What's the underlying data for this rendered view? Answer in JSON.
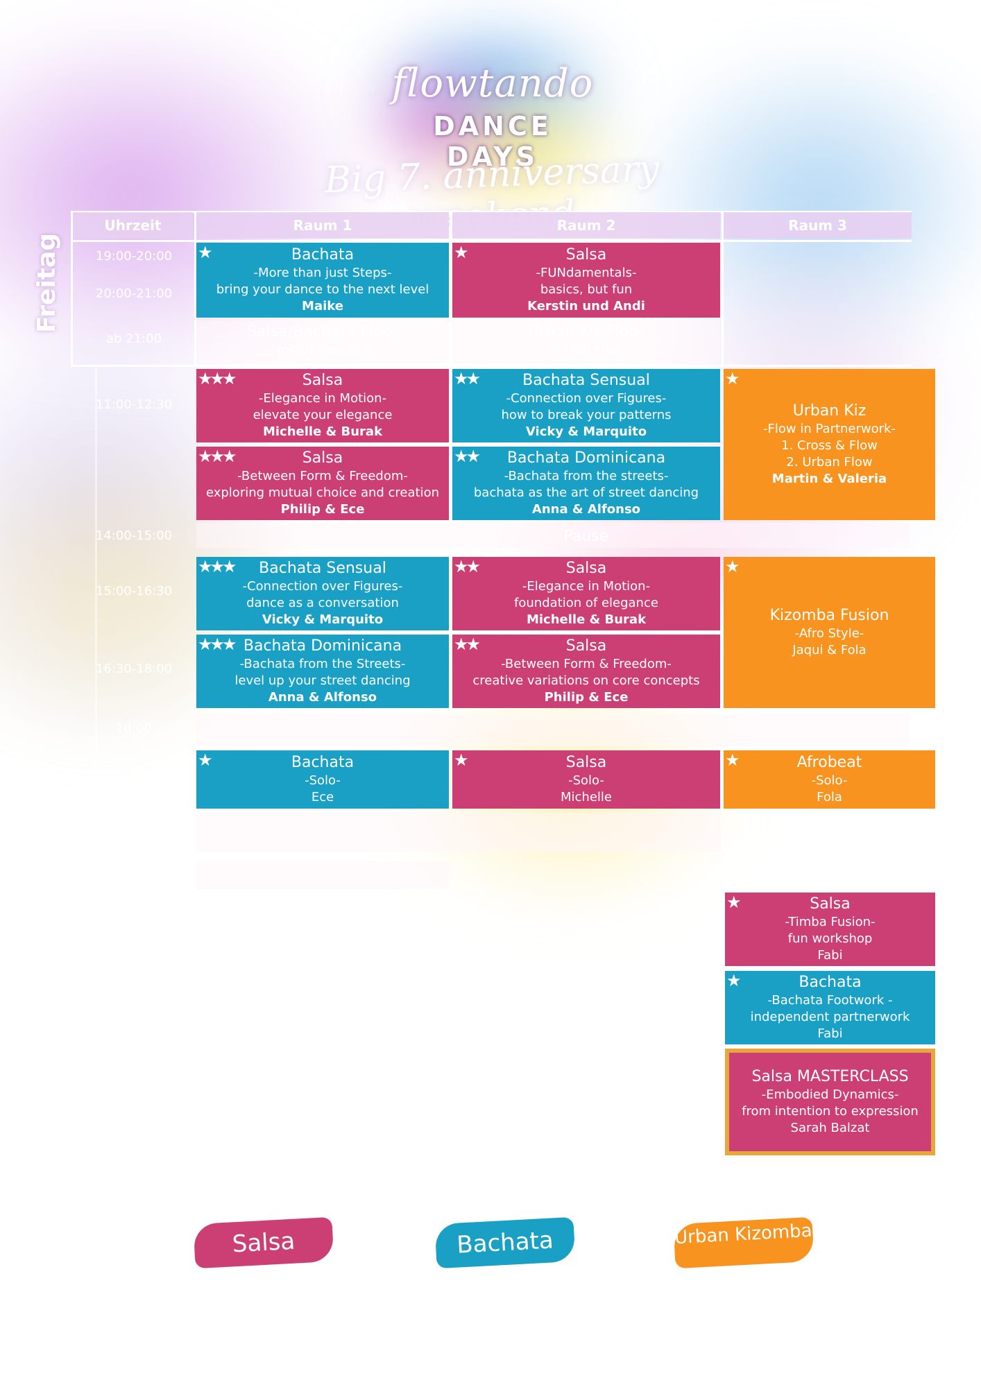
{
  "brand": {
    "line1": "flowtando",
    "line2": "DANCE DAYS",
    "tagline": "Big 7. anniversary weekend"
  },
  "day_label": "Freitag",
  "headers": [
    "Uhrzeit",
    "Raum 1",
    "Raum 2",
    "Raum 3"
  ],
  "times": [
    "19:00-20:00",
    "20:00-21:00",
    "ab 21:00",
    "11:00-12:30",
    "14:00-15:00",
    "15:00-16:30",
    "16:30-18:00",
    "18:00"
  ],
  "floors": [
    {
      "title": "Salsa/Bachata Floor",
      "sub": "mit DJ Marquito"
    },
    {
      "title": "Urban Kiz Floor",
      "sub": "mit DJ Eike"
    }
  ],
  "pause_label": "Pause",
  "classes": [
    {
      "stars": "★",
      "title": "Bachata",
      "subtitle": "-More than just Steps-",
      "desc": "bring your dance to the next level",
      "teachers": "Maike"
    },
    {
      "stars": "★",
      "title": "Salsa",
      "subtitle": "-FUNdamentals-",
      "desc": "basics, but fun",
      "teachers": "Kerstin und Andi"
    },
    {
      "stars": "★★★",
      "title": "Salsa",
      "subtitle": "-Elegance in Motion-",
      "desc": "elevate your elegance",
      "teachers": "Michelle & Burak"
    },
    {
      "stars": "★★",
      "title": "Bachata Sensual",
      "subtitle": "-Connection over Figures-",
      "desc": "how to break your patterns",
      "teachers": "Vicky & Marquito"
    },
    {
      "stars": "★",
      "title": "Urban Kiz",
      "subtitle": "-Flow in Partnerwork-",
      "desc": "1. Cross & Flow",
      "desc2": "2. Urban Flow",
      "teachers": "Martin & Valeria"
    },
    {
      "stars": "★★★",
      "title": "Salsa",
      "subtitle": "-Between Form & Freedom-",
      "desc": "exploring mutual choice and creation",
      "teachers": "Philip & Ece"
    },
    {
      "stars": "★★",
      "title": "Bachata Dominicana",
      "subtitle": "-Bachata from the streets-",
      "desc": "bachata as the art of street dancing",
      "teachers": "Anna & Alfonso"
    },
    {
      "stars": "★★★",
      "title": "Bachata Sensual",
      "subtitle": "-Connection over Figures-",
      "desc": "dance as a conversation",
      "teachers": "Vicky & Marquito"
    },
    {
      "stars": "★★",
      "title": "Salsa",
      "subtitle": "-Elegance in Motion-",
      "desc": "foundation of elegance",
      "teachers": "Michelle & Burak"
    },
    {
      "stars": "★",
      "title": "Kizomba Fusion",
      "subtitle": "-Afro Style-",
      "desc": "Jaqui & Fola",
      "teachers": ""
    },
    {
      "stars": "★★★",
      "title": "Bachata Dominicana",
      "subtitle": "-Bachata from the Streets-",
      "desc": "level up your street dancing",
      "teachers": "Anna & Alfonso"
    },
    {
      "stars": "★★",
      "title": "Salsa",
      "subtitle": "-Between Form & Freedom-",
      "desc": "creative variations on core concepts",
      "teachers": "Philip & Ece"
    },
    {
      "stars": "★",
      "title": "Bachata",
      "subtitle": "-Solo-",
      "desc": "Ece",
      "teachers": ""
    },
    {
      "stars": "★",
      "title": "Salsa",
      "subtitle": "-Solo-",
      "desc": "Michelle",
      "teachers": ""
    },
    {
      "stars": "★",
      "title": "Afrobeat",
      "subtitle": "-Solo-",
      "desc": "Fola",
      "teachers": ""
    },
    {
      "stars": "★",
      "title": "Salsa",
      "subtitle": "-Timba Fusion-",
      "desc": "fun workshop",
      "teachers": "Fabi"
    },
    {
      "stars": "★",
      "title": "Bachata",
      "subtitle": "-Bachata Footwork -",
      "desc": "independent partnerwork",
      "teachers": "Fabi"
    },
    {
      "stars": "",
      "title": "Salsa MASTERCLASS",
      "subtitle": "-Embodied Dynamics-",
      "desc": "from intention to expression",
      "teachers": "Sarah Balzat"
    }
  ],
  "legend": [
    "Salsa",
    "Bachata",
    "Urban Kizomba"
  ],
  "colors": {
    "salsa": "#cb3f74",
    "bachata": "#19a0c4",
    "urban_kizomba": "#f7931e",
    "masterclass_border": "#e6a83c"
  }
}
